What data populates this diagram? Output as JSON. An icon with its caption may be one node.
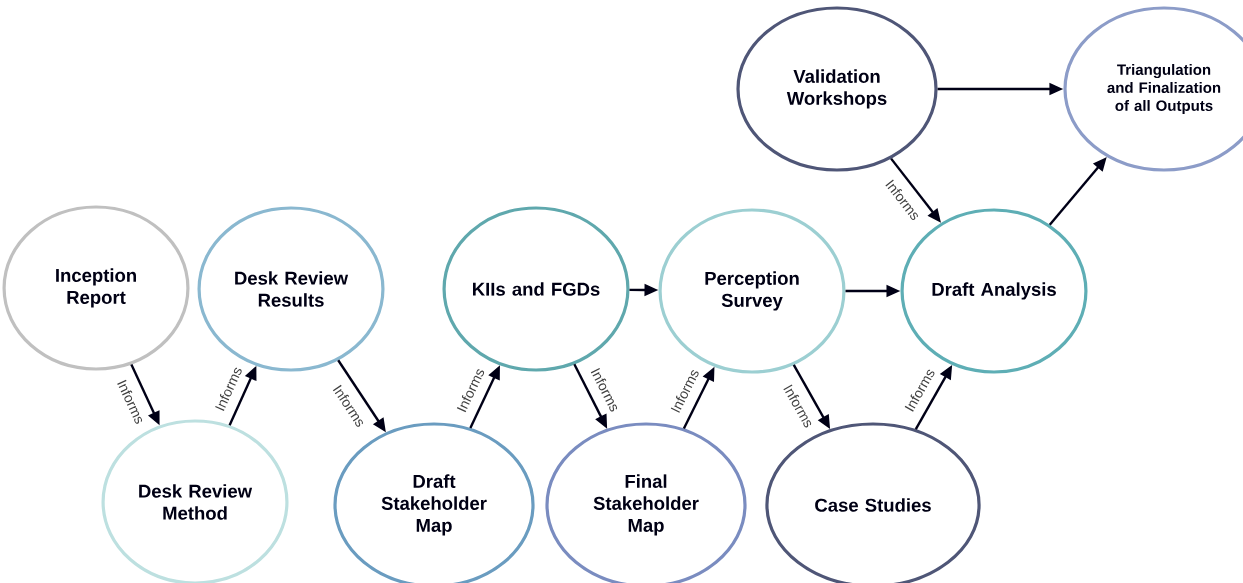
{
  "diagram": {
    "nodes": [
      {
        "text": [
          "Inception Report"
        ]
      },
      {
        "text": [
          "Desk Review Method"
        ]
      },
      {
        "text": [
          "Desk Review Results"
        ]
      },
      {
        "text": [
          "Draft Stakeholder Map"
        ]
      },
      {
        "text": [
          "KIIs and FGDs"
        ]
      },
      {
        "text": [
          "Final Stakeholder Map"
        ]
      },
      {
        "text": [
          "Perception Survey"
        ]
      },
      {
        "text": [
          "Case Studies"
        ]
      },
      {
        "text": [
          "Validation Workshops"
        ]
      },
      {
        "text": [
          "Draft Analysis"
        ]
      },
      {
        "text": [
          "Triangulation and Finalization of all Outputs"
        ]
      }
    ],
    "edges": [
      {
        "from": 0,
        "to": 1,
        "arrow": "to",
        "label": "Informs"
      },
      {
        "from": 1,
        "to": 2,
        "arrow": "to",
        "label": "Informs"
      },
      {
        "from": 2,
        "to": 3,
        "arrow": "to",
        "label": "Informs"
      },
      {
        "from": 3,
        "to": 4,
        "arrow": "to",
        "label": "Informs"
      },
      {
        "from": 4,
        "to": 5,
        "arrow": "to",
        "label": "Informs"
      },
      {
        "from": 4,
        "to": 6,
        "arrow": "to"
      },
      {
        "from": 5,
        "to": 6,
        "arrow": "to",
        "label": "Informs"
      },
      {
        "from": 6,
        "to": 7,
        "arrow": "to",
        "label": "Informs"
      },
      {
        "from": 6,
        "to": 9,
        "arrow": "to"
      },
      {
        "from": 7,
        "to": 9,
        "arrow": "to",
        "label": "Informs"
      },
      {
        "from": 8,
        "to": 9,
        "arrow": "to",
        "label": "Informs"
      },
      {
        "from": 8,
        "to": 10,
        "arrow": "to"
      },
      {
        "from": 9,
        "to": 10,
        "arrow": "to"
      }
    ]
  }
}
